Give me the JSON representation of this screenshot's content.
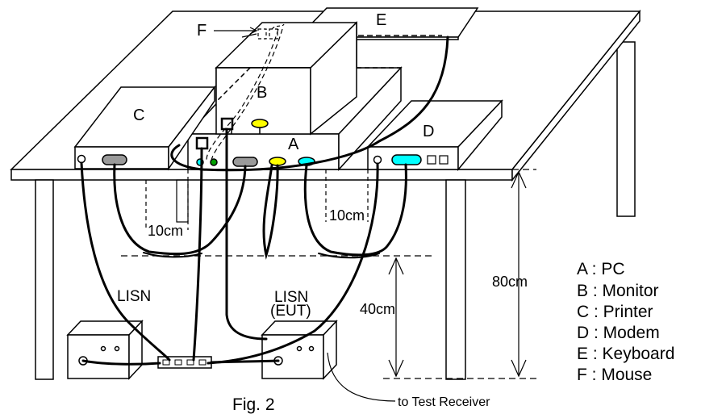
{
  "labels": {
    "A": "A",
    "B": "B",
    "C": "C",
    "D": "D",
    "E": "E",
    "F": "F"
  },
  "dimensions": {
    "left_gap": "10cm",
    "right_gap": "10cm",
    "table_height": "80cm",
    "lisn_height": "40cm"
  },
  "lisn": {
    "left": "LISN",
    "right_line1": "LISN",
    "right_line2": "(EUT)"
  },
  "annotation": "to Test Receiver",
  "caption": "Fig. 2",
  "legend": [
    "A : PC",
    "B : Monitor",
    "C : Printer",
    "D : Modem",
    "E : Keyboard",
    "F : Mouse"
  ],
  "colors": {
    "yellow": "#ffff00",
    "cyan": "#00ffff",
    "gray": "#9a9a9a",
    "green": "#00a000"
  }
}
